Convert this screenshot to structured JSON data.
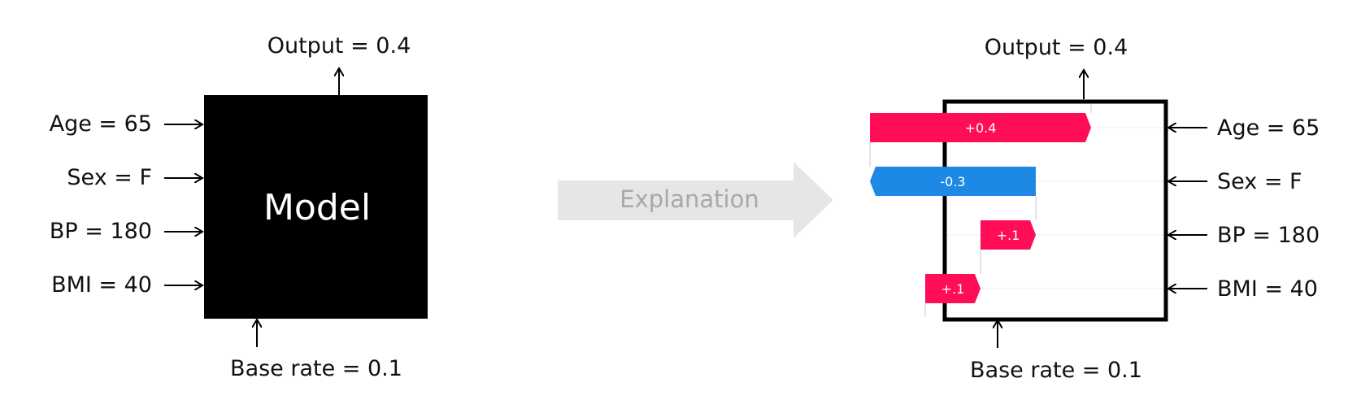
{
  "left_panel": {
    "output_label": "Output = 0.4",
    "model_label": "Model",
    "base_rate_label": "Base rate = 0.1",
    "features": [
      {
        "label": "Age = 65"
      },
      {
        "label": "Sex = F"
      },
      {
        "label": "BP = 180"
      },
      {
        "label": "BMI = 40"
      }
    ]
  },
  "middle": {
    "explanation_label": "Explanation"
  },
  "right_panel": {
    "output_label": "Output = 0.4",
    "base_rate_label": "Base rate = 0.1",
    "base_rate": 0.1,
    "output": 0.4,
    "contributions": [
      {
        "feature": "Age = 65",
        "value": 0.4,
        "label": "+0.4"
      },
      {
        "feature": "Sex = F",
        "value": -0.3,
        "label": "-0.3"
      },
      {
        "feature": "BP = 180",
        "value": 0.1,
        "label": "+.1"
      },
      {
        "feature": "BMI = 40",
        "value": 0.1,
        "label": "+.1"
      }
    ]
  },
  "colors": {
    "positive": "#ff0d57",
    "negative": "#1e88e5",
    "model_box": "#000000",
    "explanation_arrow": "#e6e6e6",
    "explanation_text": "#a8a8a8"
  }
}
